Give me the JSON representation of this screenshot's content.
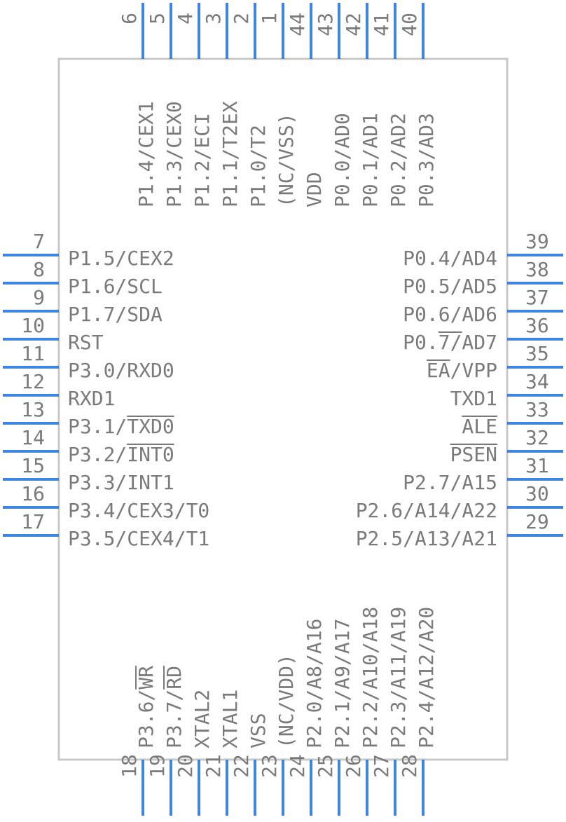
{
  "pins": {
    "top": [
      {
        "num": "6",
        "label": "P1.4/CEX1"
      },
      {
        "num": "5",
        "label": "P1.3/CEX0"
      },
      {
        "num": "4",
        "label": "P1.2/ECI"
      },
      {
        "num": "3",
        "label": "P1.1/T2EX"
      },
      {
        "num": "2",
        "label": "P1.0/T2"
      },
      {
        "num": "1",
        "label": "(NC/VSS)"
      },
      {
        "num": "44",
        "label": "VDD"
      },
      {
        "num": "43",
        "label": "P0.0/AD0"
      },
      {
        "num": "42",
        "label": "P0.1/AD1"
      },
      {
        "num": "41",
        "label": "P0.2/AD2"
      },
      {
        "num": "40",
        "label": "P0.3/AD3"
      }
    ],
    "left": [
      {
        "num": "7",
        "label": "P1.5/CEX2"
      },
      {
        "num": "8",
        "label": "P1.6/SCL"
      },
      {
        "num": "9",
        "label": "P1.7/SDA"
      },
      {
        "num": "10",
        "label": "RST"
      },
      {
        "num": "11",
        "label": "P3.0/RXD0"
      },
      {
        "num": "12",
        "label": "RXD1"
      },
      {
        "num": "13",
        "label": "P3.1/TXD0"
      },
      {
        "num": "14",
        "label": "P3.2/INT0"
      },
      {
        "num": "15",
        "label": "P3.3/INT1"
      },
      {
        "num": "16",
        "label": "P3.4/CEX3/T0"
      },
      {
        "num": "17",
        "label": "P3.5/CEX4/T1"
      }
    ],
    "right": [
      {
        "num": "39",
        "label": "P0.4/AD4"
      },
      {
        "num": "38",
        "label": "P0.5/AD5"
      },
      {
        "num": "37",
        "label": "P0.6/AD6"
      },
      {
        "num": "36",
        "label": "P0.7/AD7"
      },
      {
        "num": "35",
        "label": "EA/VPP"
      },
      {
        "num": "34",
        "label": "TXD1"
      },
      {
        "num": "33",
        "label": "ALE"
      },
      {
        "num": "32",
        "label": "PSEN"
      },
      {
        "num": "31",
        "label": "P2.7/A15"
      },
      {
        "num": "30",
        "label": "P2.6/A14/A22"
      },
      {
        "num": "29",
        "label": "P2.5/A13/A21"
      }
    ],
    "bottom": [
      {
        "num": "18",
        "label": "P3.6/WR"
      },
      {
        "num": "19",
        "label": "P3.7/RD"
      },
      {
        "num": "20",
        "label": "XTAL2"
      },
      {
        "num": "21",
        "label": "XTAL1"
      },
      {
        "num": "22",
        "label": "VSS"
      },
      {
        "num": "23",
        "label": "(NC/VDD)"
      },
      {
        "num": "24",
        "label": "P2.0/A8/A16"
      },
      {
        "num": "25",
        "label": "P2.1/A9/A17"
      },
      {
        "num": "26",
        "label": "P2.2/A10/A18"
      },
      {
        "num": "27",
        "label": "P2.3/A11/A19"
      },
      {
        "num": "28",
        "label": "P2.4/A12/A20"
      }
    ]
  },
  "colors": {
    "pin": "#3d84e3",
    "body_outline": "#c8c8c8",
    "text": "#7a7a7a"
  }
}
